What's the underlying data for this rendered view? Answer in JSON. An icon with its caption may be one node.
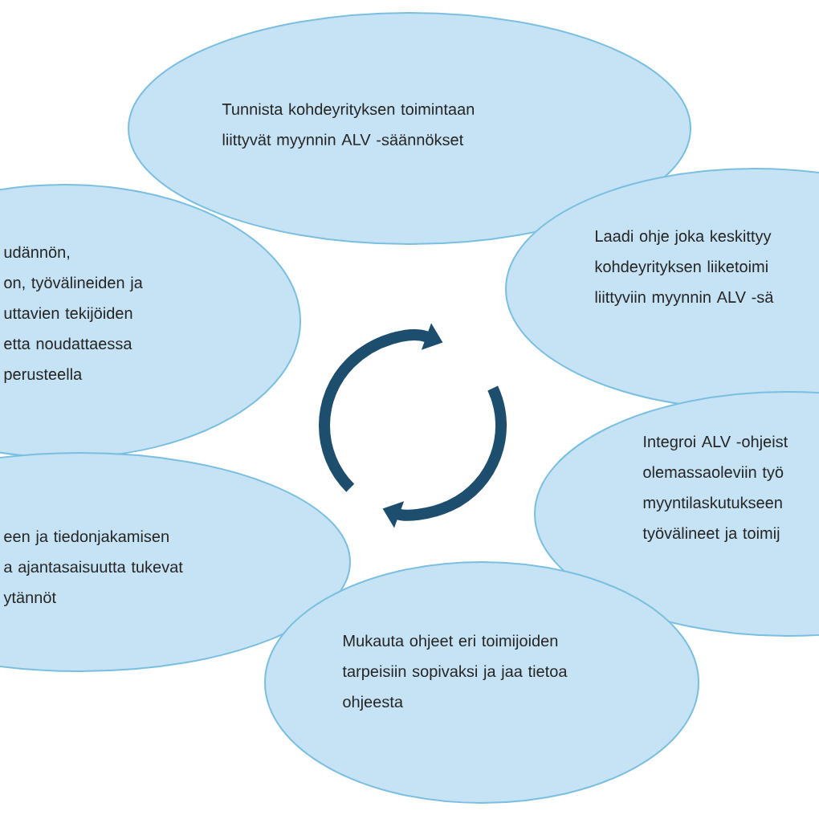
{
  "diagram": {
    "nodes": [
      {
        "text": [
          "Tunnista kohdeyrityksen toimintaan liittyvät myynnin ALV -säännökset"
        ]
      },
      {
        "text": [
          "udännön, on, työvälineiden ja uttavien tekijöiden etta noudattaessa perusteella"
        ]
      },
      {
        "text": [
          "Laadi ohje joka keskittyy kohdeyrityksen liiketoimi liittyviin myynnin ALV -sä"
        ]
      },
      {
        "text": [
          "Integroi ALV -ohjeist olemassaoleviin työ myyntilaskutukseen työvälineet ja toimij"
        ]
      },
      {
        "text": [
          "een ja tiedonjakamisen a ajantasaisuutta tukevat ytännöt"
        ]
      },
      {
        "text": [
          "Mukauta ohjeet eri toimijoiden tarpeisiin sopivaksi ja jaa tietoa ohjeesta"
        ]
      }
    ],
    "edges": []
  }
}
